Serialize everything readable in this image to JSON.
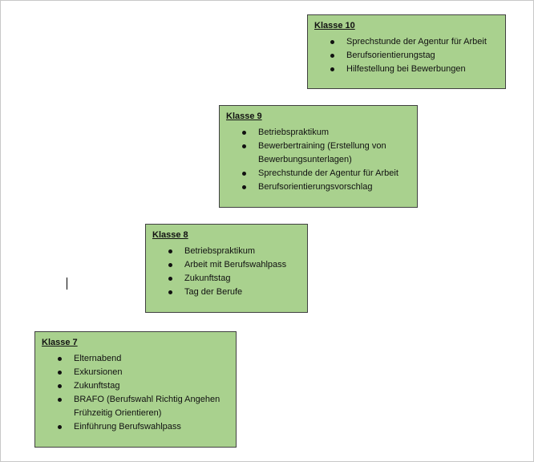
{
  "boxes": {
    "klasse10": {
      "title": "Klasse 10",
      "items": [
        "Sprechstunde der Agentur für Arbeit",
        "Berufsorientierungstag",
        "Hilfestellung bei Bewerbungen"
      ]
    },
    "klasse9": {
      "title": "Klasse 9",
      "items": [
        "Betriebspraktikum",
        "Bewerbertraining (Erstellung von Bewerbungsunterlagen)",
        "Sprechstunde der Agentur für Arbeit",
        "Berufsorientierungsvorschlag"
      ]
    },
    "klasse8": {
      "title": "Klasse 8",
      "items": [
        "Betriebspraktikum",
        "Arbeit mit Berufswahlpass",
        "Zukunftstag",
        "Tag der Berufe"
      ]
    },
    "klasse7": {
      "title": "Klasse 7",
      "items": [
        "Elternabend",
        "Exkursionen",
        "Zukunftstag",
        "BRAFO (Berufswahl Richtig Angehen Frühzeitig Orientieren)",
        "Einführung Berufswahlpass"
      ]
    }
  },
  "colors": {
    "box_fill": "#a9d18e",
    "box_border": "#404040"
  }
}
